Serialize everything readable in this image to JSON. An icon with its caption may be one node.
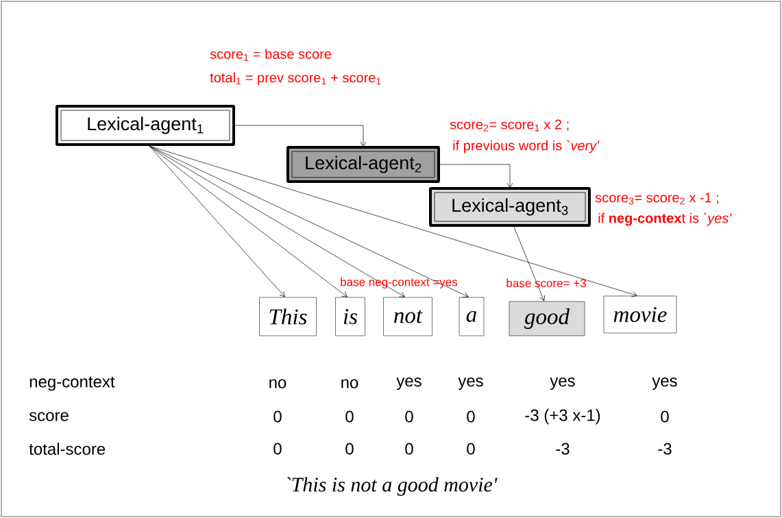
{
  "diagram": {
    "caption": "`This is not a good movie'",
    "nodes": [
      {
        "text": [
          "Lexical-agent$_{1}$"
        ],
        "beside": [
          "score$_{1}$ = base score",
          "total$_{1}$ = prev score$_{1}$ + score$_{1}$"
        ]
      },
      {
        "text": [
          "Lexical-agent$_{2}$"
        ],
        "beside": [
          "score$_{2}$= score$_{1}$ x 2 ;",
          "if  previous word is *`very'*"
        ]
      },
      {
        "text": [
          "Lexical-agent$_{3}$"
        ],
        "beside": [
          "score$_{3}$= score$_{2}$ x -1 ;",
          "if **neg-contex**t is *`yes'*"
        ]
      },
      {
        "text": [
          "This"
        ]
      },
      {
        "text": [
          "is"
        ]
      },
      {
        "text": [
          "not"
        ]
      },
      {
        "text": [
          "a"
        ]
      },
      {
        "text": [
          "good"
        ]
      },
      {
        "text": [
          "movie"
        ]
      }
    ],
    "edges": [
      {
        "from": 0,
        "to": 1,
        "arrow": "to"
      },
      {
        "from": 1,
        "to": 2,
        "arrow": "to"
      },
      {
        "from": 0,
        "to": 3,
        "arrow": "to"
      },
      {
        "from": 0,
        "to": 4,
        "arrow": "to"
      },
      {
        "from": 0,
        "to": 5,
        "arrow": "to"
      },
      {
        "from": 0,
        "to": 6,
        "arrow": "to"
      },
      {
        "from": 2,
        "to": 7,
        "arrow": "to"
      },
      {
        "from": 0,
        "to": 8,
        "arrow": "to"
      }
    ],
    "labels": [
      "base neg-context =yes",
      "base score= +3",
      "neg-context",
      "no",
      "no",
      "yes",
      "yes",
      "yes",
      "yes",
      "score",
      "0",
      "0",
      "0",
      "0",
      "-3 (+3 x-1)",
      "0",
      "total-score",
      "0",
      "0",
      "0",
      "0",
      "-3",
      "-3"
    ]
  }
}
